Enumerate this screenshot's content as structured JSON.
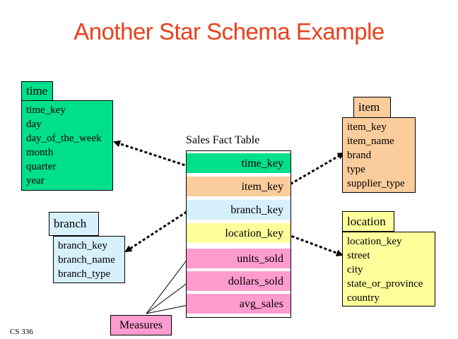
{
  "title": "Another Star Schema Example",
  "fact_table": {
    "caption": "Sales Fact Table",
    "keys": [
      "time_key",
      "item_key",
      "branch_key",
      "location_key"
    ],
    "measures": [
      "units_sold",
      "dollars_sold",
      "avg_sales"
    ]
  },
  "measures_label": "Measures",
  "dimensions": {
    "time": {
      "name": "time",
      "attributes": [
        "time_key",
        "day",
        "day_of_the_week",
        "month",
        "quarter",
        "year"
      ]
    },
    "item": {
      "name": "item",
      "attributes": [
        "item_key",
        "item_name",
        "brand",
        "type",
        "supplier_type"
      ]
    },
    "branch": {
      "name": "branch",
      "attributes": [
        "branch_key",
        "branch_name",
        "branch_type"
      ]
    },
    "location": {
      "name": "location",
      "attributes": [
        "location_key",
        "street",
        "city",
        "state_or_province",
        "country"
      ]
    }
  },
  "footer": "CS 336",
  "colors": {
    "title": "#e8401c",
    "time": "#00e08a",
    "item": "#fbcc9c",
    "branch": "#d6f0fc",
    "location": "#ffff9c",
    "measures": "#ff9ccf"
  }
}
